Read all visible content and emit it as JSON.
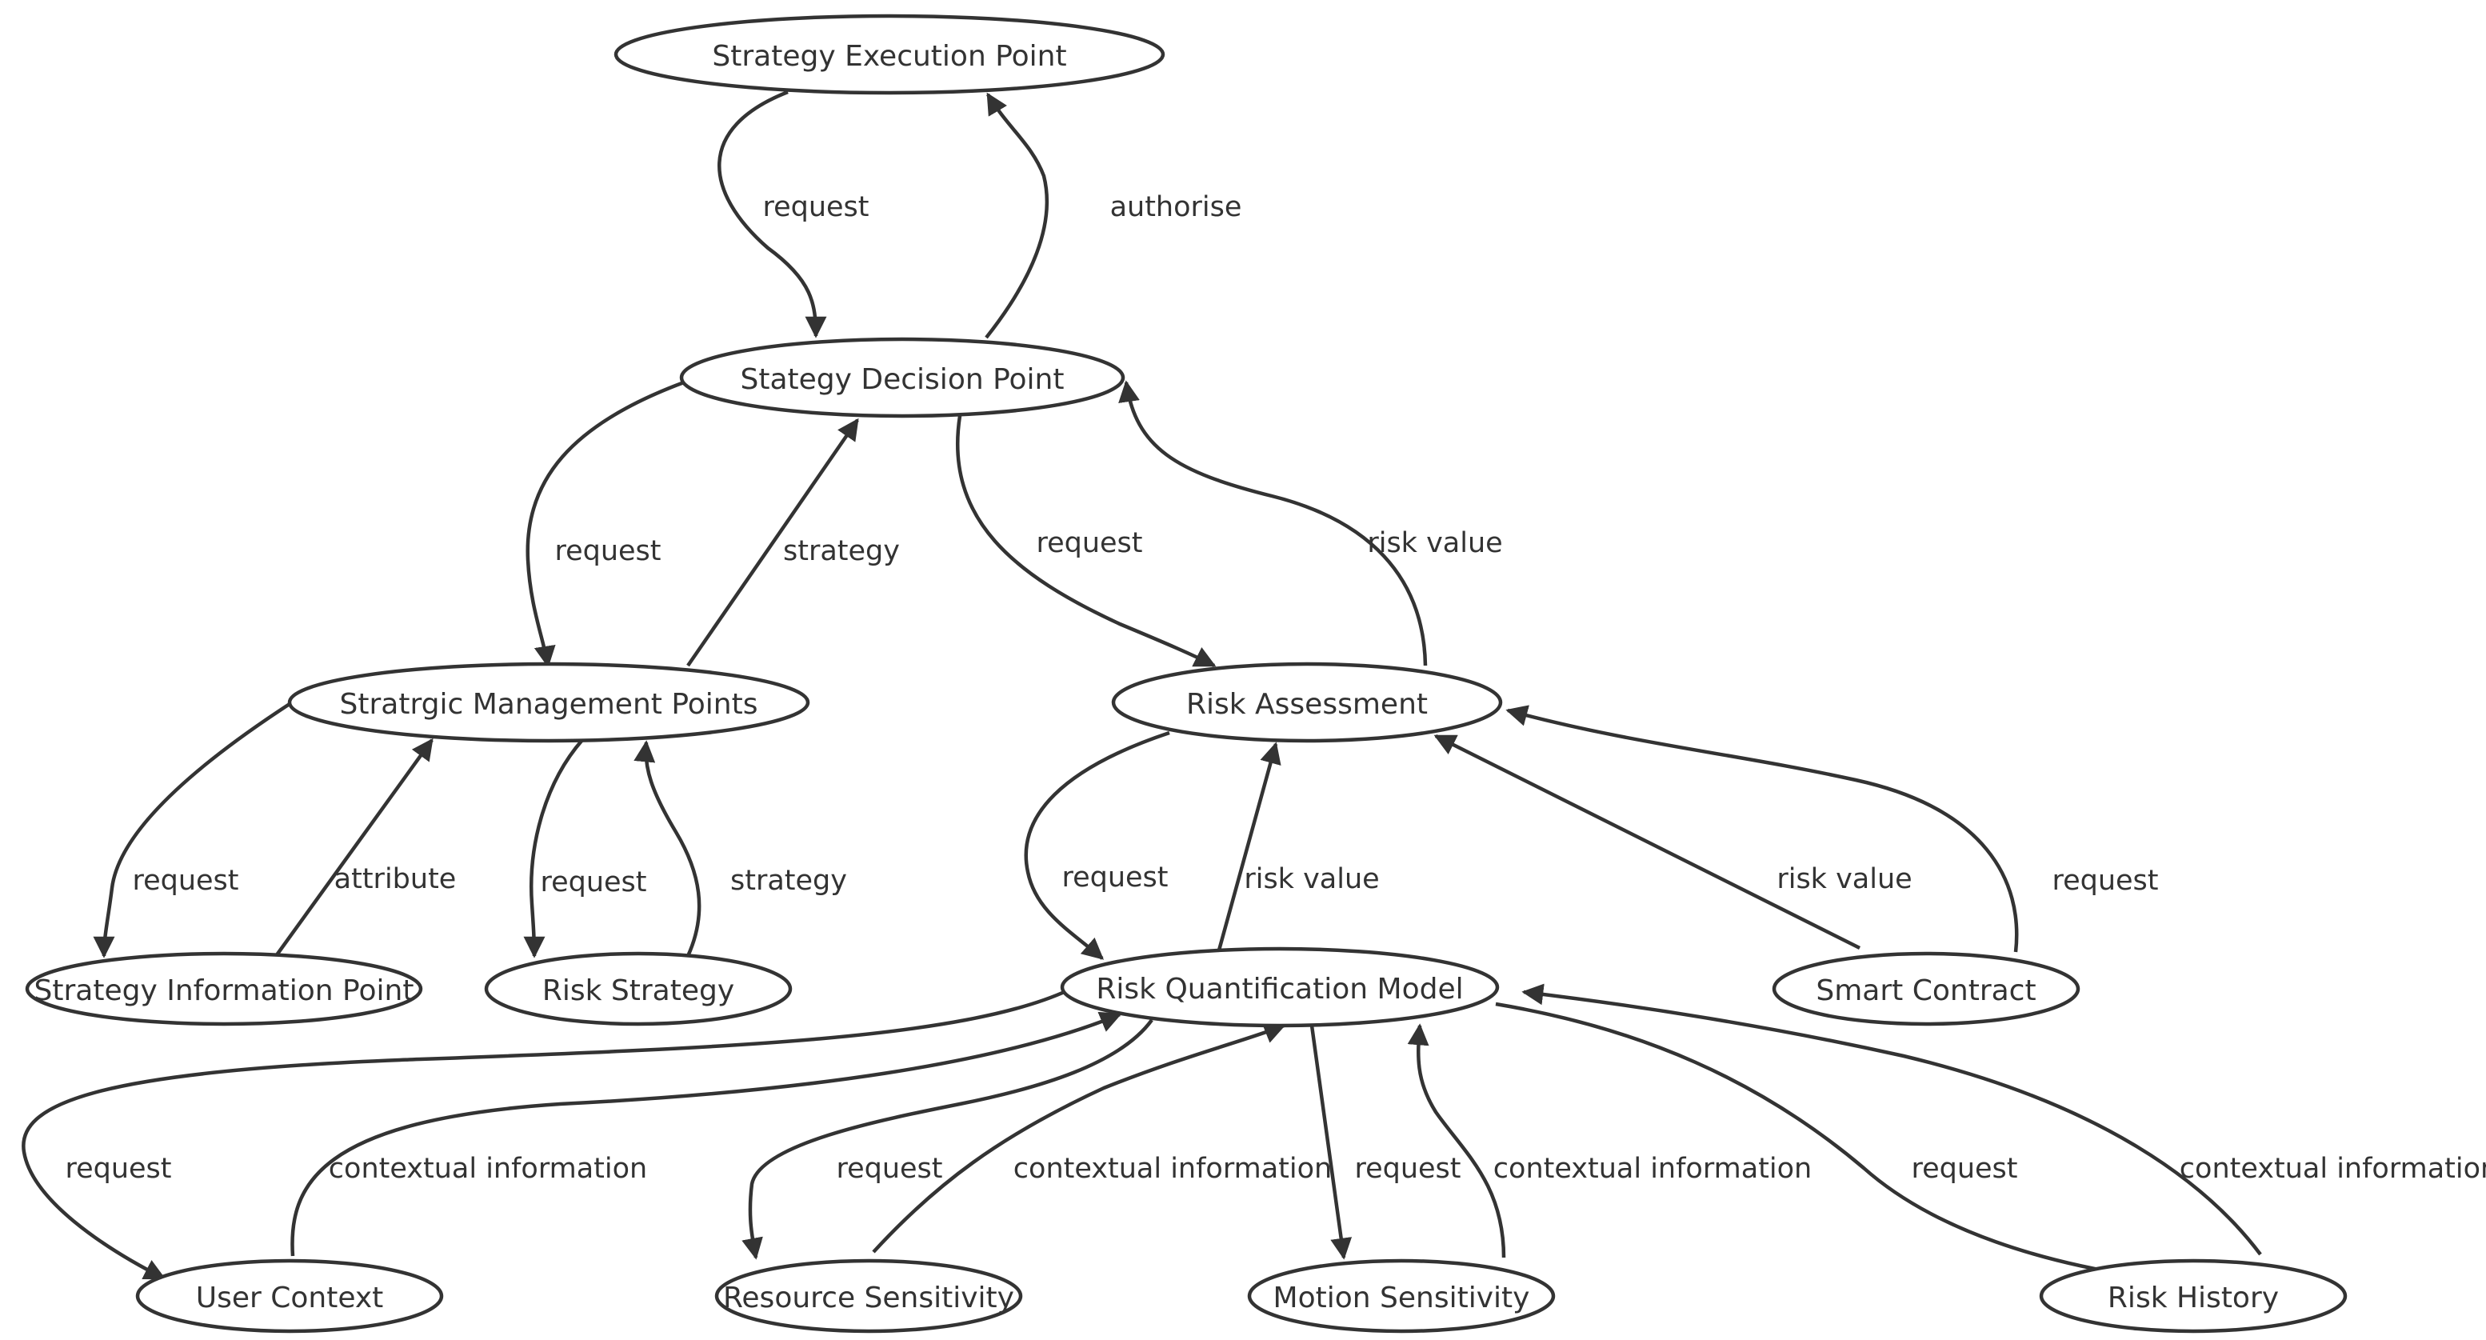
{
  "diagram": {
    "type": "directed-graph",
    "colors": {
      "line": "#333333",
      "background": "#ffffff",
      "node_fill": "#ffffff"
    },
    "nodes": {
      "sep": "Strategy Execution Point",
      "sdp": "Stategy Decision Point",
      "smp": "Stratrgic Management Points",
      "ra": "Risk Assessment",
      "sip": "Strategy Information Point",
      "rs": "Risk Strategy",
      "rqm": "Risk Quantification Model",
      "sc": "Smart Contract",
      "uc": "User Context",
      "resens": "Resource Sensitivity",
      "ms": "Motion Sensitivity",
      "rh": "Risk History"
    },
    "edges": [
      {
        "id": "e1",
        "from": "sep",
        "to": "sdp",
        "label": "request"
      },
      {
        "id": "e2",
        "from": "sdp",
        "to": "sep",
        "label": "authorise"
      },
      {
        "id": "e3",
        "from": "sdp",
        "to": "smp",
        "label": "request"
      },
      {
        "id": "e4",
        "from": "smp",
        "to": "sdp",
        "label": "strategy"
      },
      {
        "id": "e5",
        "from": "sdp",
        "to": "ra",
        "label": "request"
      },
      {
        "id": "e6",
        "from": "ra",
        "to": "sdp",
        "label": "risk value"
      },
      {
        "id": "e7",
        "from": "smp",
        "to": "sip",
        "label": "request"
      },
      {
        "id": "e8",
        "from": "sip",
        "to": "smp",
        "label": "attribute"
      },
      {
        "id": "e9",
        "from": "smp",
        "to": "rs",
        "label": "request"
      },
      {
        "id": "e10",
        "from": "rs",
        "to": "smp",
        "label": "strategy"
      },
      {
        "id": "e11",
        "from": "ra",
        "to": "rqm",
        "label": "request"
      },
      {
        "id": "e12",
        "from": "rqm",
        "to": "ra",
        "label": "risk value"
      },
      {
        "id": "e13",
        "from": "sc",
        "to": "ra",
        "label": "risk value"
      },
      {
        "id": "e14",
        "from": "sc",
        "to": "ra",
        "label": "request"
      },
      {
        "id": "e15",
        "from": "rqm",
        "to": "uc",
        "label": "request"
      },
      {
        "id": "e16",
        "from": "uc",
        "to": "rqm",
        "label": "contextual information"
      },
      {
        "id": "e17",
        "from": "rqm",
        "to": "resens",
        "label": "request"
      },
      {
        "id": "e18",
        "from": "resens",
        "to": "rqm",
        "label": "contextual information"
      },
      {
        "id": "e19",
        "from": "rqm",
        "to": "ms",
        "label": "request"
      },
      {
        "id": "e20",
        "from": "ms",
        "to": "rqm",
        "label": "contextual information"
      },
      {
        "id": "e21",
        "from": "rqm",
        "to": "rh",
        "label": "request"
      },
      {
        "id": "e22",
        "from": "rh",
        "to": "rqm",
        "label": "contextual information"
      }
    ]
  }
}
